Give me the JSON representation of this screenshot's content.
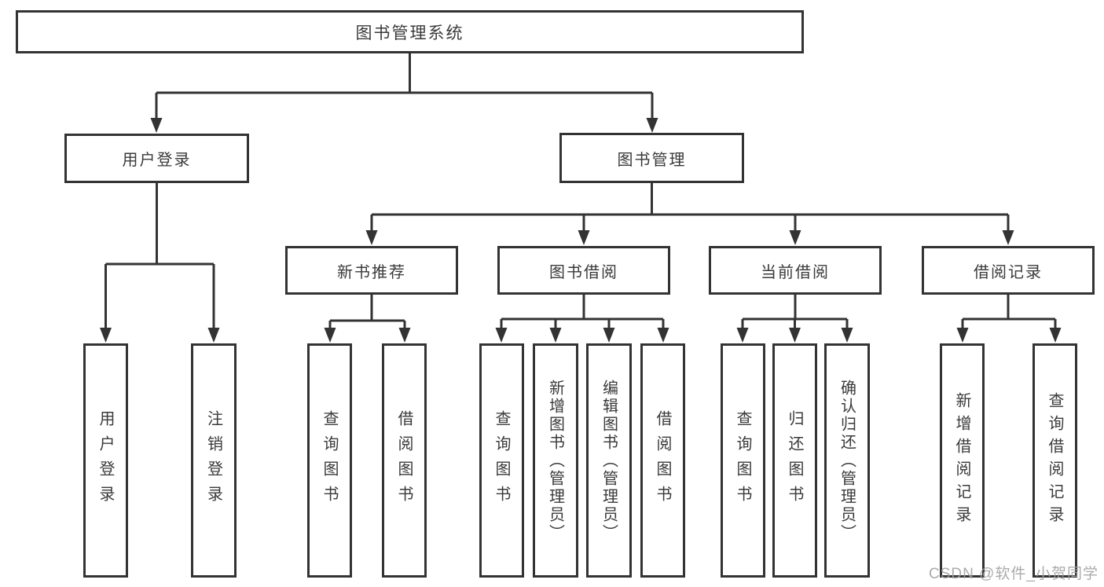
{
  "colors": {
    "line": "#333333",
    "box_border": "#333333",
    "text": "#3a3a3a",
    "watermark": "#a2a2a2",
    "background": "#ffffff"
  },
  "watermark": {
    "text": "CSDN @软件_小贺同学"
  },
  "tree": {
    "root": {
      "label": "图书管理系统",
      "children": [
        {
          "label": "用户登录",
          "children": [
            {
              "label": "用户登录"
            },
            {
              "label": "注销登录"
            }
          ]
        },
        {
          "label": "图书管理",
          "children": [
            {
              "label": "新书推荐",
              "children": [
                {
                  "label": "查询图书"
                },
                {
                  "label": "借阅图书"
                }
              ]
            },
            {
              "label": "图书借阅",
              "children": [
                {
                  "label": "查询图书"
                },
                {
                  "label": "新增图书（管理员）"
                },
                {
                  "label": "编辑图书（管理员）"
                },
                {
                  "label": "借阅图书"
                }
              ]
            },
            {
              "label": "当前借阅",
              "children": [
                {
                  "label": "查询图书"
                },
                {
                  "label": "归还图书"
                },
                {
                  "label": "确认归还（管理员）"
                }
              ]
            },
            {
              "label": "借阅记录",
              "children": [
                {
                  "label": "新增借阅记录"
                },
                {
                  "label": "查询借阅记录"
                }
              ]
            }
          ]
        }
      ]
    }
  }
}
